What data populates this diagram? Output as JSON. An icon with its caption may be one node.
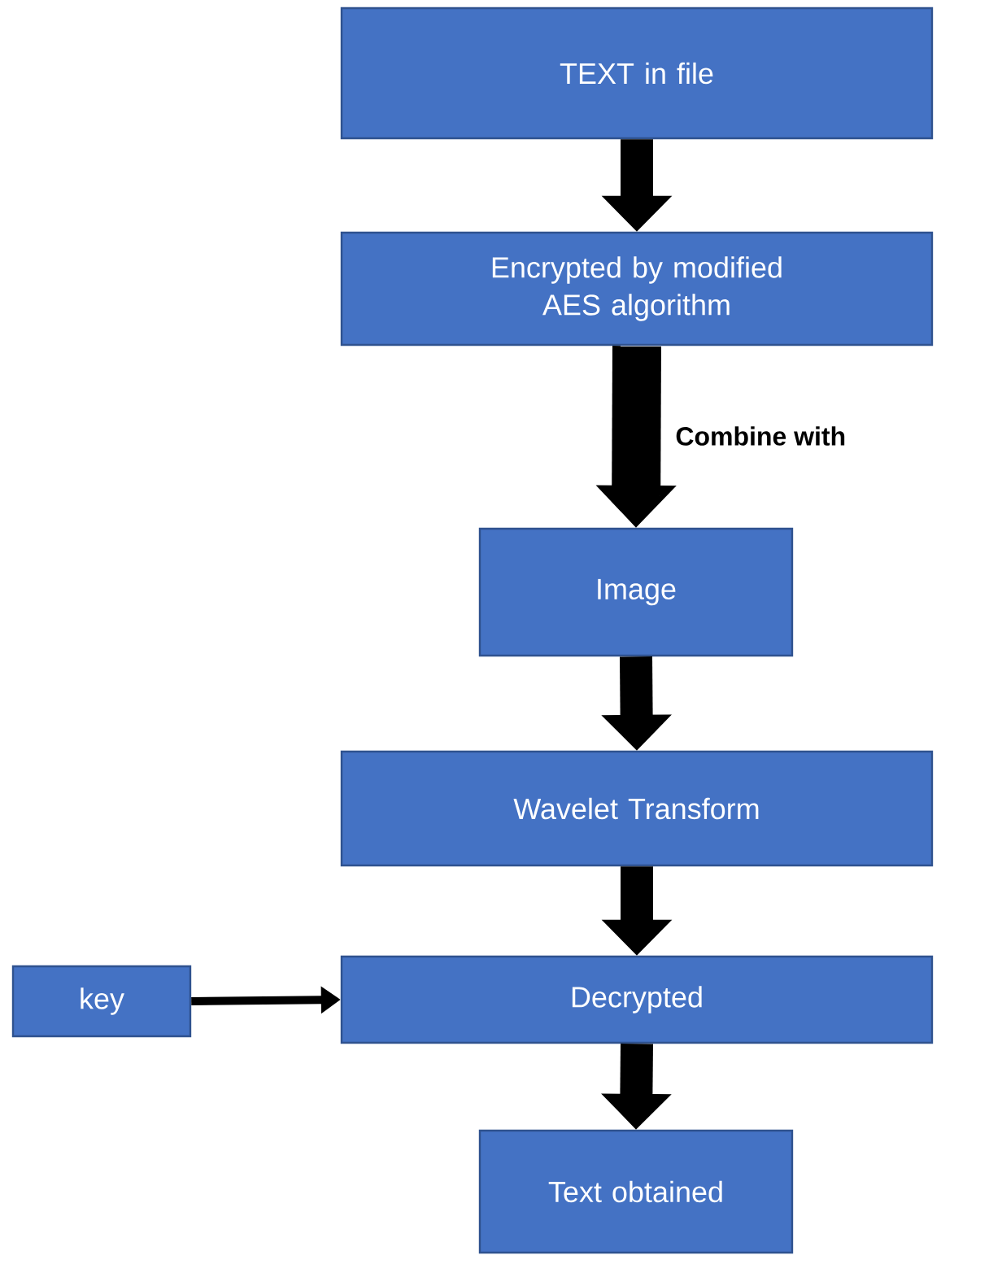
{
  "diagram": {
    "nodes": [
      {
        "text": [
          "TEXT in file"
        ]
      },
      {
        "text": [
          "Encrypted by modified AES algorithm"
        ]
      },
      {
        "text": [
          "Image"
        ]
      },
      {
        "text": [
          "Wavelet Transform"
        ]
      },
      {
        "text": [
          "Decrypted"
        ]
      },
      {
        "text": [
          "key"
        ]
      },
      {
        "text": [
          "Text obtained"
        ]
      }
    ],
    "edges": [
      {
        "from": 0,
        "to": 1,
        "arrow": "to"
      },
      {
        "from": 1,
        "to": 2,
        "arrow": "to",
        "label": "Combine with"
      },
      {
        "from": 2,
        "to": 3,
        "arrow": "to"
      },
      {
        "from": 3,
        "to": 4,
        "arrow": "to"
      },
      {
        "from": 5,
        "to": 4,
        "arrow": "to"
      },
      {
        "from": 4,
        "to": 6,
        "arrow": "to"
      }
    ]
  }
}
